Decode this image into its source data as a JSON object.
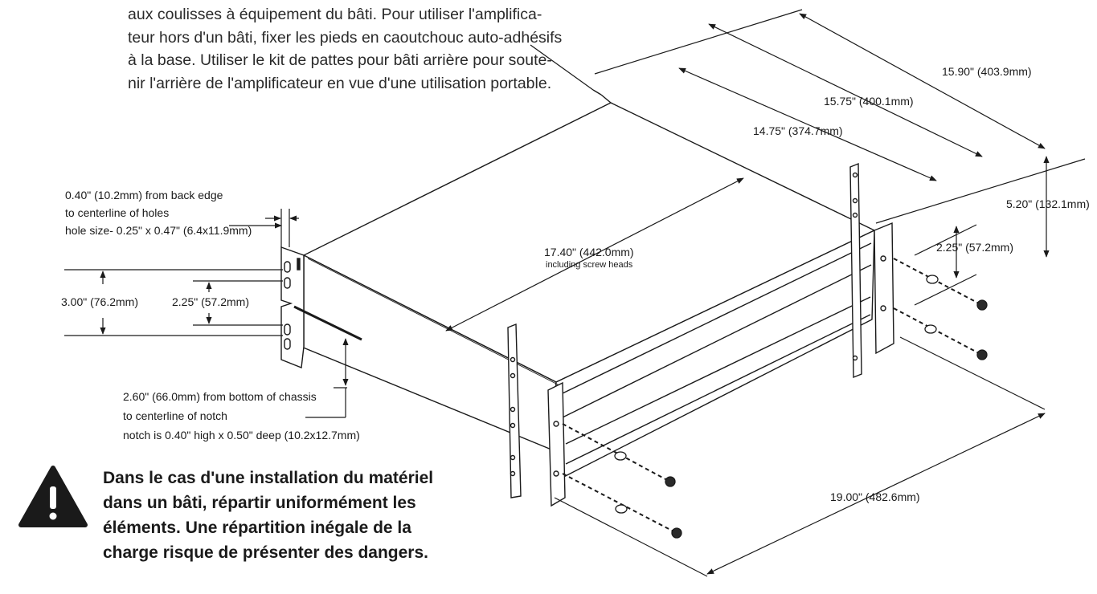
{
  "intro": {
    "lines": [
      "aux coulisses à équipement du bâti. Pour utiliser l'amplifica-",
      "teur hors d'un bâti, fixer les pieds en caoutchouc auto-adhésifs",
      "à la base. Utiliser le kit de pattes pour bâti arrière pour soute-",
      "nir l'arrière de l'amplificateur en vue d'une utilisation portable."
    ]
  },
  "dimensions": {
    "depth_overall": "15.90\" (403.9mm)",
    "depth_mid": "15.75\" (400.1mm)",
    "depth_inner": "14.75\" (374.7mm)",
    "height": "5.20\" (132.1mm)",
    "rear_hole_spacing": "2.25\" (57.2mm)",
    "width_with_screws": "17.40\" (442.0mm)",
    "width_note": "including screw heads",
    "rack_width": "19.00\" (482.6mm)",
    "back_edge_line1": "0.40\" (10.2mm) from back edge",
    "back_edge_line2": "to centerline of holes",
    "back_edge_line3": "hole size- 0.25\" x 0.47\" (6.4x11.9mm)",
    "side_holes_outer": "3.00\" (76.2mm)",
    "side_holes_inner": "2.25\" (57.2mm)",
    "notch_line1": "2.60\" (66.0mm) from bottom of chassis",
    "notch_line2": "to centerline of notch",
    "notch_line3": "notch is 0.40\" high x 0.50\" deep (10.2x12.7mm)"
  },
  "warning": {
    "icon": "warning-triangle-icon",
    "lines": [
      "Dans le cas d'une installation du matériel",
      "dans un bâti, répartir uniformément les",
      "éléments. Une répartition inégale de la",
      "charge risque de présenter des dangers."
    ]
  }
}
